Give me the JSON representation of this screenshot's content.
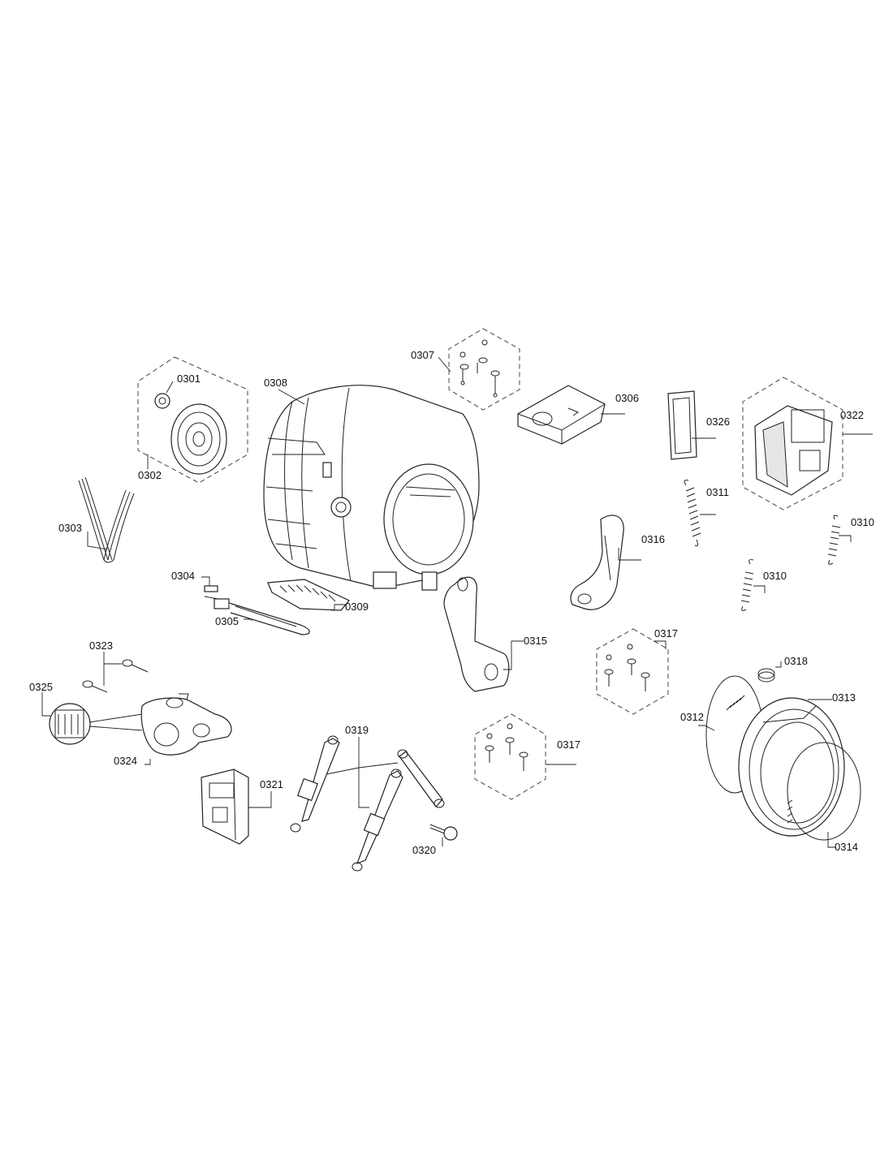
{
  "diagram": {
    "labels": {
      "p0301": "0301",
      "p0302": "0302",
      "p0303": "0303",
      "p0304": "0304",
      "p0305": "0305",
      "p0306": "0306",
      "p0307": "0307",
      "p0308": "0308",
      "p0309": "0309",
      "p0310a": "0310",
      "p0310b": "0310",
      "p0311": "0311",
      "p0312": "0312",
      "p0313": "0313",
      "p0314": "0314",
      "p0315": "0315",
      "p0316": "0316",
      "p0317a": "0317",
      "p0317b": "0317",
      "p0318": "0318",
      "p0319": "0319",
      "p0320": "0320",
      "p0321": "0321",
      "p0322": "0322",
      "p0323": "0323",
      "p0324": "0324",
      "p0325": "0325",
      "p0326": "0326"
    }
  }
}
